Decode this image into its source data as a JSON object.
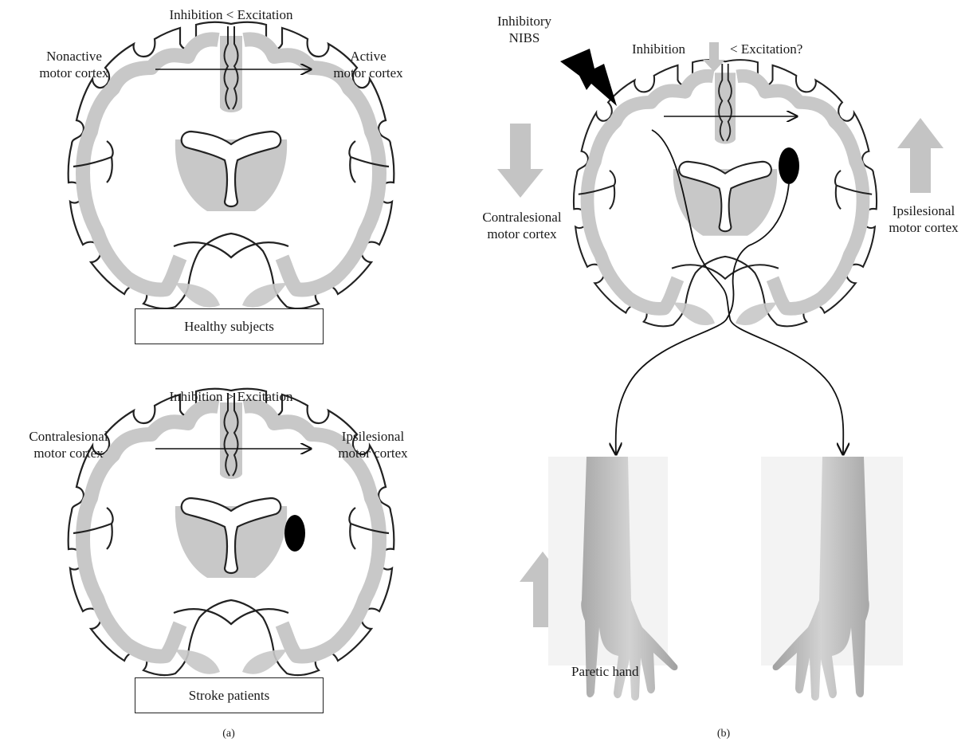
{
  "panel_a": {
    "top": {
      "title": "Inhibition < Excitation",
      "left_label": [
        "Nonactive",
        "motor cortex"
      ],
      "right_label": [
        "Active",
        "motor cortex"
      ],
      "caption": "Healthy subjects"
    },
    "bottom": {
      "title": "Inhibition > Excitation",
      "left_label": [
        "Contralesional",
        "motor cortex"
      ],
      "right_label": [
        "Ipsilesional",
        "motor cortex"
      ],
      "caption": "Stroke patients"
    },
    "tag": "(a)"
  },
  "panel_b": {
    "stim_label": [
      "Inhibitory",
      "NIBS"
    ],
    "title_left": "Inhibition",
    "title_right": "< Excitation?",
    "left_label": [
      "Contralesional",
      "motor cortex"
    ],
    "right_label": [
      "Ipsilesional",
      "motor cortex"
    ],
    "hand_label": "Paretic hand",
    "tag": "(b)"
  },
  "colors": {
    "gray_matter": "#c8c8c8",
    "white_matter": "#ffffff",
    "outline": "#222222",
    "lesion": "#000000",
    "arrow_gray": "#c4c4c4"
  }
}
